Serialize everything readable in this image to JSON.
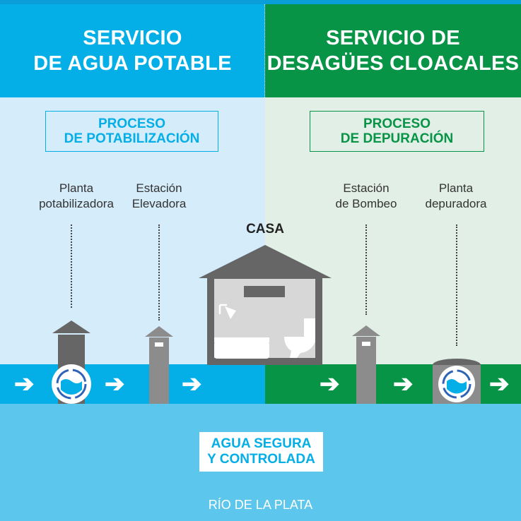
{
  "headers": {
    "left": {
      "line1": "SERVICIO",
      "line2": "DE AGUA POTABLE"
    },
    "right": {
      "line1": "SERVICIO DE",
      "line2": "DESAGÜES CLOACALES"
    }
  },
  "processes": {
    "left": {
      "line1": "PROCESO",
      "line2": "DE POTABILIZACIÓN"
    },
    "right": {
      "line1": "PROCESO",
      "line2": "DE DEPURACIÓN"
    }
  },
  "facilities": {
    "planta_potabilizadora": {
      "line1": "Planta",
      "line2": "potabilizadora"
    },
    "estacion_elevadora": {
      "line1": "Estación",
      "line2": "Elevadora"
    },
    "estacion_bombeo": {
      "line1": "Estación",
      "line2": "de Bombeo"
    },
    "planta_depuradora": {
      "line1": "Planta",
      "line2": "depuradora"
    }
  },
  "house_label": "CASA",
  "safe_water": {
    "line1": "AGUA SEGURA",
    "line2": "Y CONTROLADA"
  },
  "river_label": "RÍO DE LA PLATA",
  "arrow_glyph": "➔",
  "colors": {
    "water_blue": "#04aee6",
    "sewer_green": "#079447",
    "river_blue": "#5cc6ec",
    "structure_gray": "#8c8c8c",
    "roof_gray": "#666666"
  }
}
